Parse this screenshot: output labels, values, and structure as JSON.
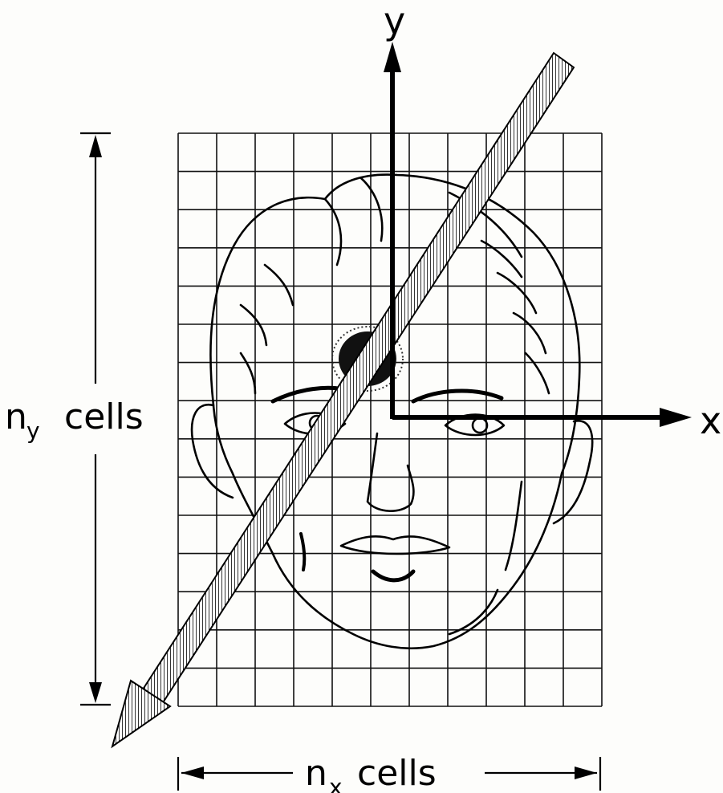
{
  "axes": {
    "x_label": "x",
    "y_label": "y"
  },
  "dimensions": {
    "vertical": {
      "symbol": "n",
      "subscript": "y",
      "unit": "cells"
    },
    "horizontal": {
      "symbol": "n",
      "subscript": "x",
      "unit": "cells"
    }
  },
  "grid": {
    "columns": 11,
    "rows": 15
  },
  "icons": [
    "face-drawing",
    "beam-arrow-icon",
    "target-spot",
    "dimension-arrow-icon"
  ],
  "colors": {
    "ink": "#000000",
    "paper": "#fdfdfb"
  }
}
